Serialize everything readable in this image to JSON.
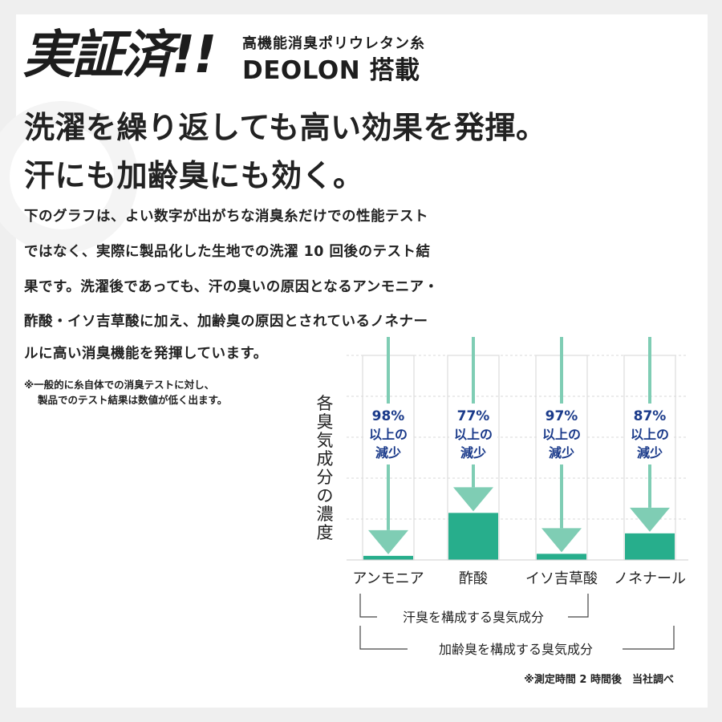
{
  "header": {
    "badge": "実証済!!",
    "subtitle": "高機能消臭ポリウレタン糸",
    "brand": "DEOLON 搭載"
  },
  "headline": [
    "洗濯を繰り返しても高い効果を発揮。",
    "汗にも加齢臭にも効く。"
  ],
  "body_lines": [
    "下のグラフは、よい数字が出がちな消臭糸だけでの性能テスト",
    "ではなく、実際に製品化した生地での洗濯 10 回後のテスト結",
    "果です。洗濯後であっても、汗の臭いの原因となるアンモニア・",
    "酢酸・イソ吉草酸に加え、加齢臭の原因とされているノネナー",
    "ルに高い消臭機能を発揮しています。"
  ],
  "note_lines": [
    "※一般的に糸自体での消臭テストに対し、",
    "製品でのテスト結果は数値が低く出ます。"
  ],
  "colors": {
    "bar": "#27ae8c",
    "arrow": "#7fcdb4",
    "label_blue": "#1a3a8a"
  },
  "chart_data": {
    "type": "bar",
    "ylabel": "各臭気成分の濃度",
    "categories": [
      "アンモニア",
      "酢酸",
      "イソ吉草酸",
      "ノネナール"
    ],
    "reduction_percent": [
      98,
      77,
      97,
      87
    ],
    "remaining_percent": [
      2,
      23,
      3,
      13
    ],
    "reduction_suffix_line1": "以上の",
    "reduction_suffix_line2": "減少",
    "bracket_sweat": "汗臭を構成する臭気成分",
    "bracket_aging": "加齢臭を構成する臭気成分",
    "footnote": "※測定時間 2 時間後　当社調べ"
  }
}
